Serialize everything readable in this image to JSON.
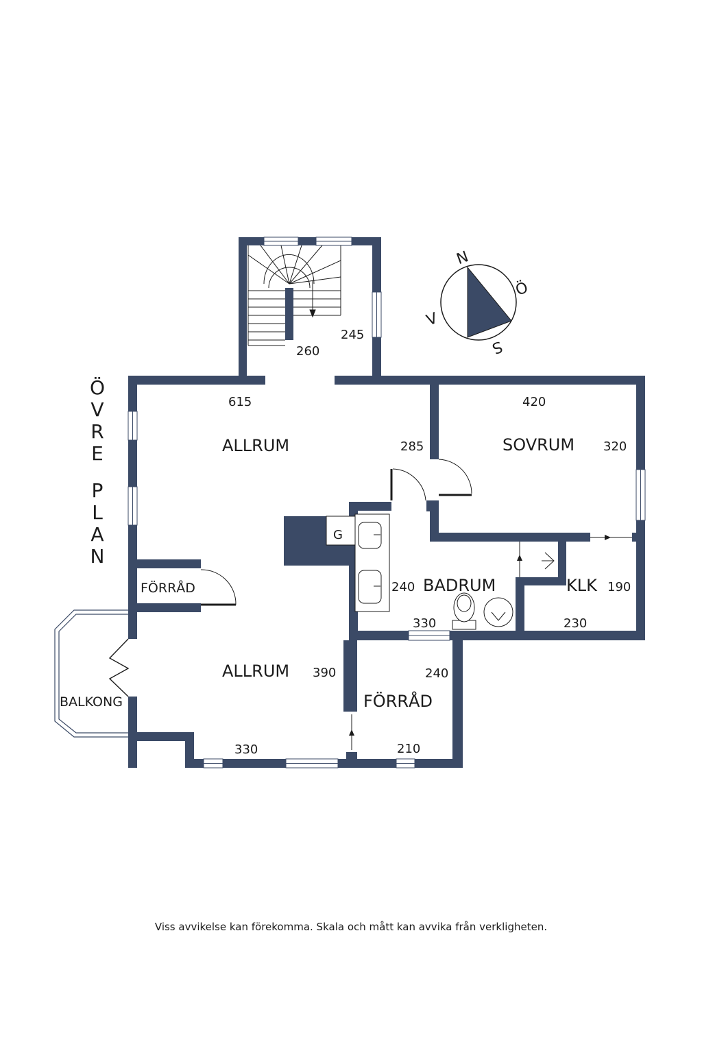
{
  "colors": {
    "wall": "#3b4a66",
    "window": "#ffffff",
    "text": "#1c1c1c",
    "compass_fill": "#3b4a66"
  },
  "floor_title": "ÖVRE PLAN",
  "compass": {
    "n": "N",
    "e": "Ö",
    "s": "S",
    "w": "V",
    "icon": "compass-icon"
  },
  "rooms": {
    "allrum_top": "ALLRUM",
    "allrum_bottom": "ALLRUM",
    "sovrum": "SOVRUM",
    "badrum": "BADRUM",
    "klk": "KLK",
    "forrad_small": "FÖRRÅD",
    "forrad_large": "FÖRRÅD",
    "balkong": "BALKONG",
    "g": "G"
  },
  "dimensions": {
    "stair_width": "260",
    "stair_depth": "245",
    "allrum_top_width": "615",
    "allrum_top_depth": "285",
    "sovrum_width": "420",
    "sovrum_depth": "320",
    "badrum_depth": "240",
    "badrum_width": "330",
    "klk_depth": "190",
    "klk_width": "230",
    "allrum_bottom_depth": "390",
    "allrum_bottom_width": "330",
    "forrad_large_depth": "240",
    "forrad_large_width": "210"
  },
  "disclaimer": "Viss avvikelse kan förekomma. Skala och mått kan avvika från verkligheten."
}
